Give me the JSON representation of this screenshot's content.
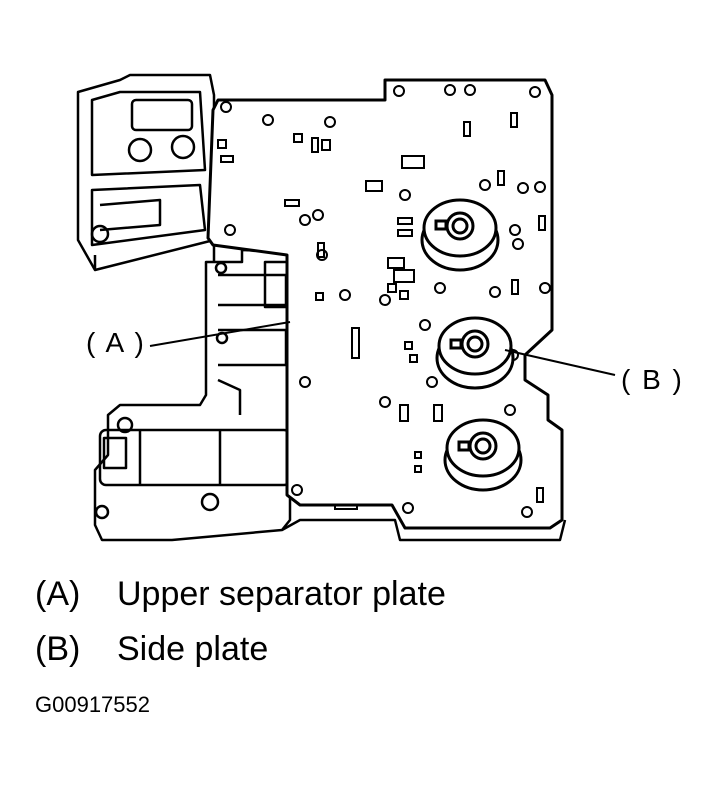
{
  "diagram": {
    "callouts": [
      {
        "id": "A",
        "text": "( A )"
      },
      {
        "id": "B",
        "text": "( B )"
      }
    ]
  },
  "legend": [
    {
      "key": "(A)",
      "label": "Upper separator plate"
    },
    {
      "key": "(B)",
      "label": "Side plate"
    }
  ],
  "figure_id": "G00917552"
}
